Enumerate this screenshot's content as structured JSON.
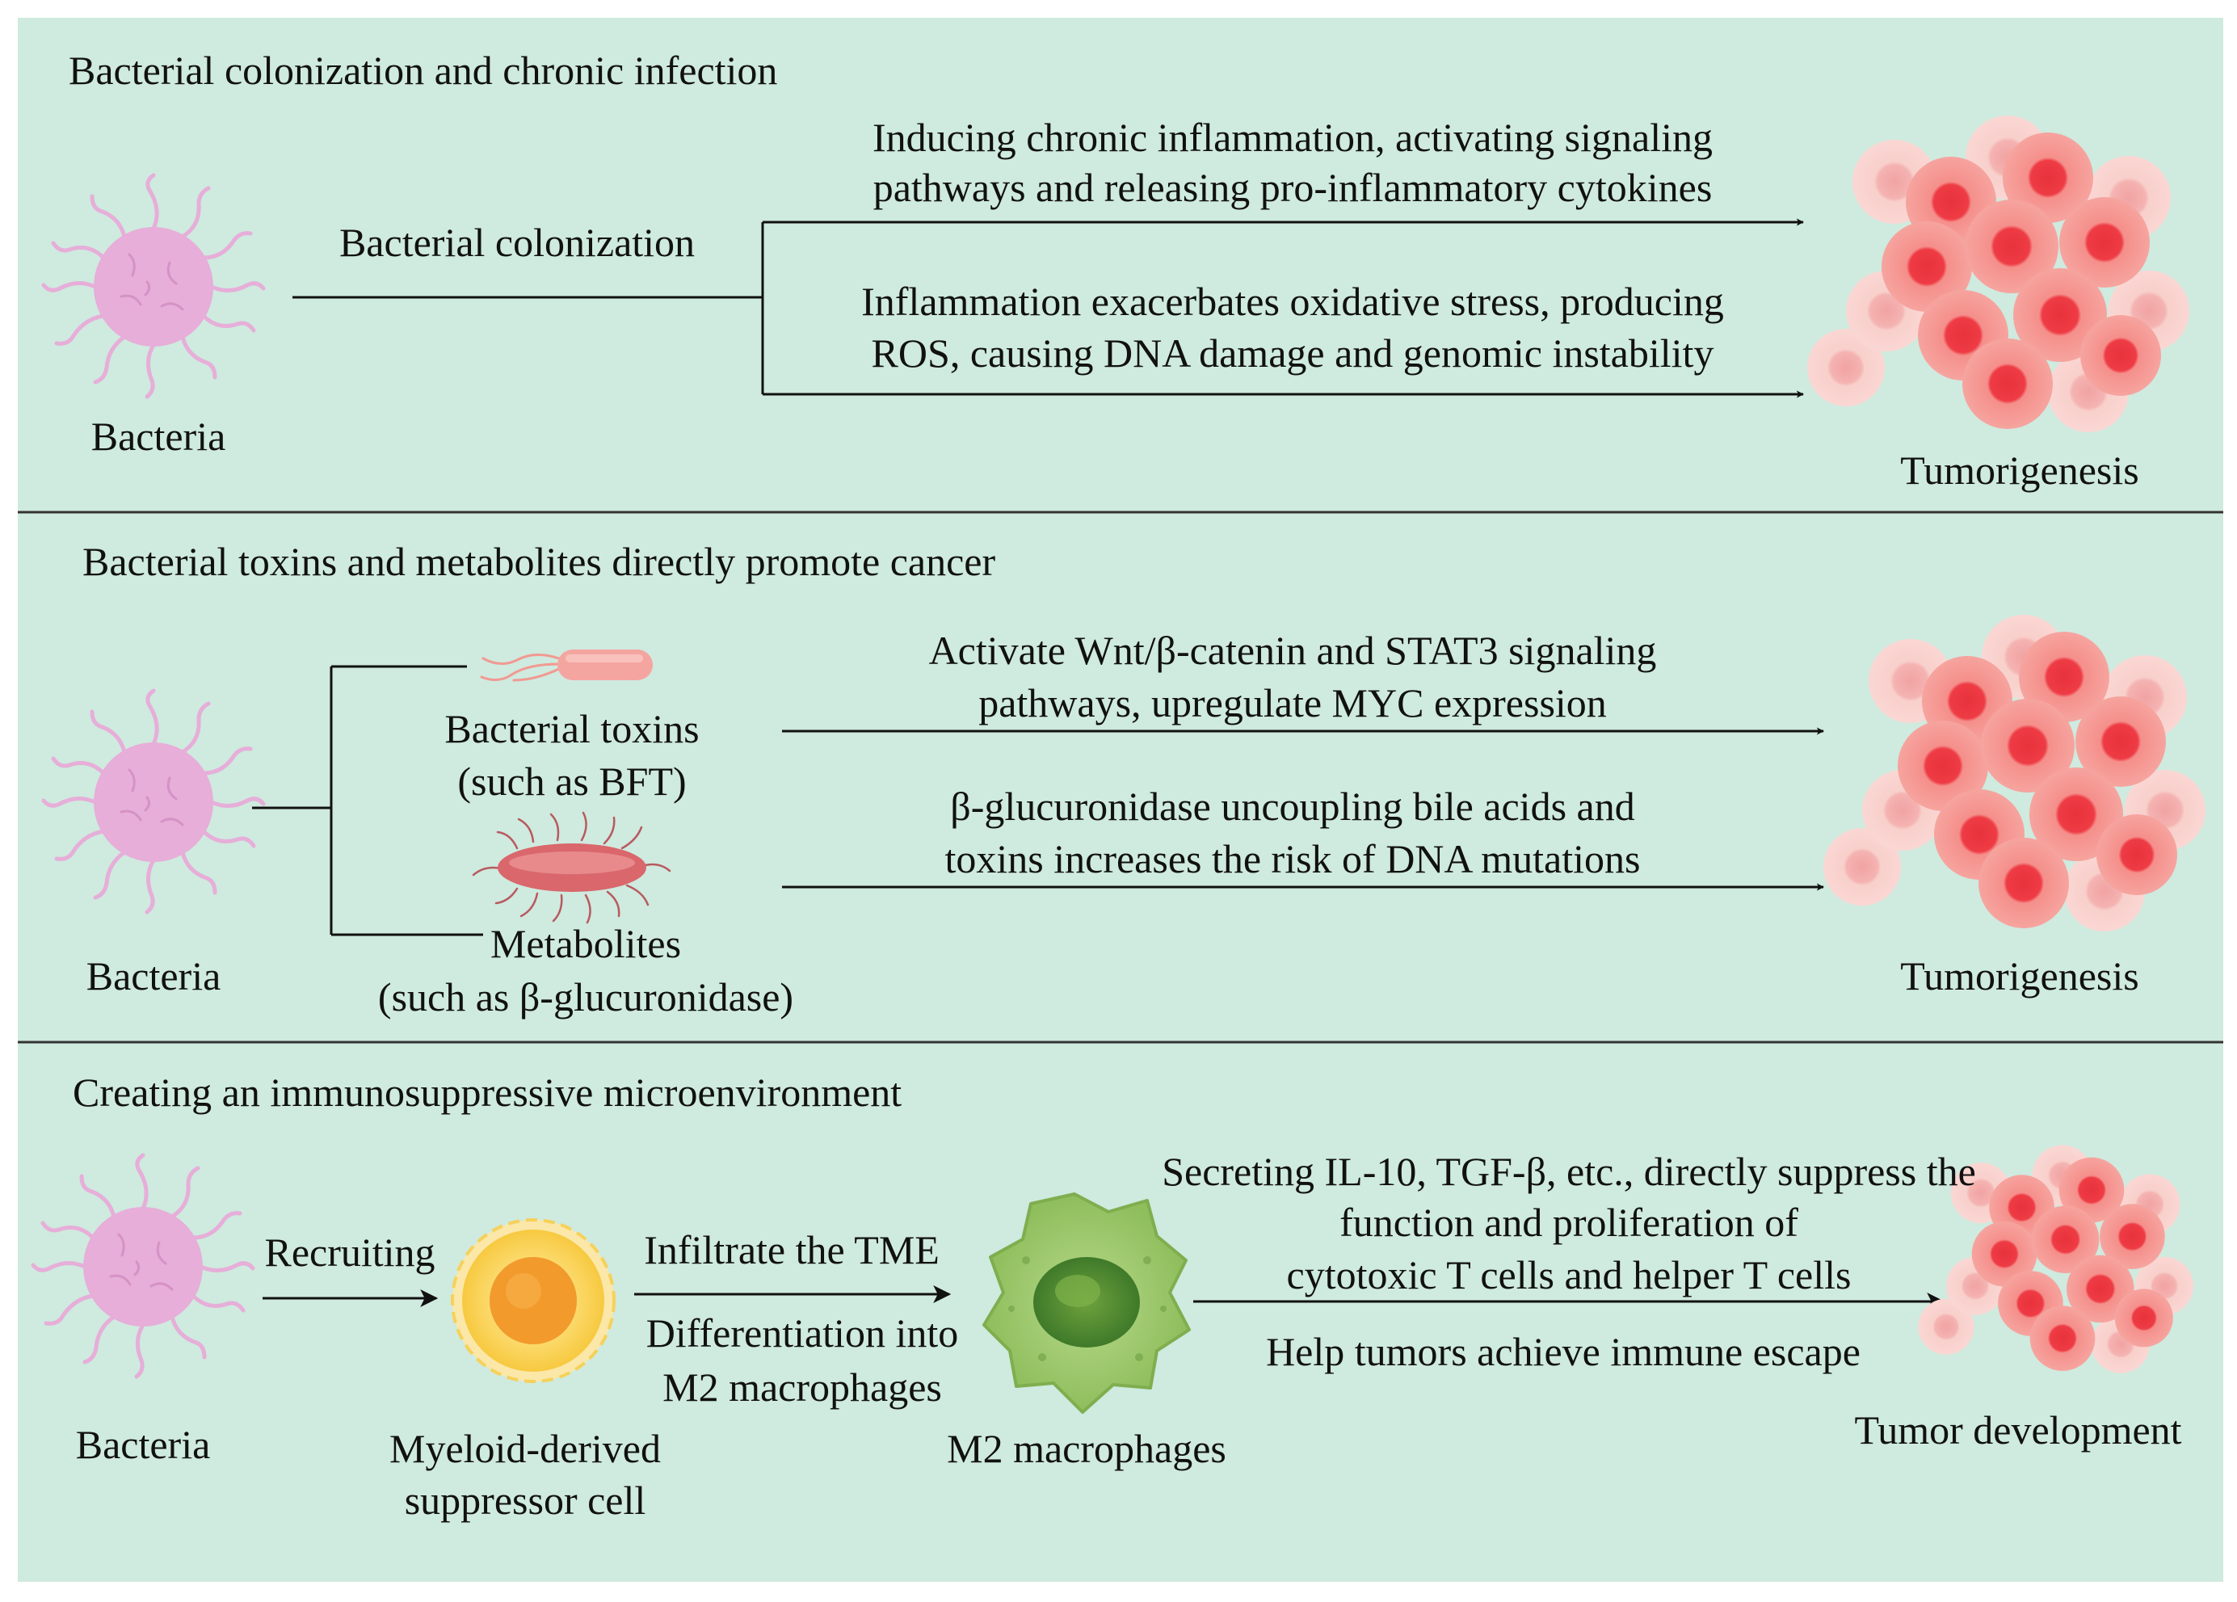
{
  "colors": {
    "background": "#cfeadf",
    "divider": "#333333",
    "arrow": "#111111",
    "bacteria": "#e6aed8",
    "tumor_cell": "#ef4f55",
    "mdsc": "#f4a825",
    "macrophage": "#9cc765"
  },
  "sections": [
    {
      "title": "Bacterial colonization and chronic infection",
      "source_label": "Bacteria",
      "source_icon": "bacteria-icon",
      "branch_label": "Bacterial colonization",
      "arrows": [
        {
          "lines": [
            "Inducing chronic inflammation, activating signaling",
            "pathways and releasing pro-inflammatory cytokines"
          ]
        },
        {
          "lines": [
            "Inflammation exacerbates oxidative stress, producing",
            "ROS, causing DNA damage and genomic instability"
          ]
        }
      ],
      "outcome_label": "Tumorigenesis",
      "outcome_icon": "tumor-cluster-icon"
    },
    {
      "title": "Bacterial toxins and metabolites directly promote cancer",
      "source_label": "Bacteria",
      "source_icon": "bacteria-icon",
      "branches": [
        {
          "icon": "rod-bacterium-icon",
          "lines": [
            "Bacterial toxins",
            "(such as BFT)"
          ]
        },
        {
          "icon": "flagellated-bacterium-icon",
          "lines": [
            "Metabolites",
            "(such as β-glucuronidase)"
          ]
        }
      ],
      "arrows": [
        {
          "lines": [
            "Activate Wnt/β-catenin and STAT3 signaling",
            "pathways, upregulate MYC expression"
          ]
        },
        {
          "lines": [
            "β-glucuronidase uncoupling bile acids and",
            "toxins increases the risk of DNA mutations"
          ]
        }
      ],
      "outcome_label": "Tumorigenesis",
      "outcome_icon": "tumor-cluster-icon"
    },
    {
      "title": "Creating an immunosuppressive microenvironment",
      "source_label": "Bacteria",
      "source_icon": "bacteria-icon",
      "step1_label": "Recruiting",
      "cell1_icon": "mdsc-icon",
      "cell1_lines": [
        "Myeloid-derived",
        "suppressor cell"
      ],
      "step2_above": "Infiltrate the TME",
      "step2_below": [
        "Differentiation into",
        "M2 macrophages"
      ],
      "cell2_icon": "macrophage-icon",
      "cell2_label": "M2 macrophages",
      "step3_above": [
        "Secreting IL-10, TGF-β, etc., directly suppress the",
        "function and proliferation of",
        "cytotoxic T cells and helper T cells"
      ],
      "step3_below": "Help tumors achieve immune escape",
      "outcome_label": "Tumor development",
      "outcome_icon": "tumor-cluster-icon"
    }
  ]
}
